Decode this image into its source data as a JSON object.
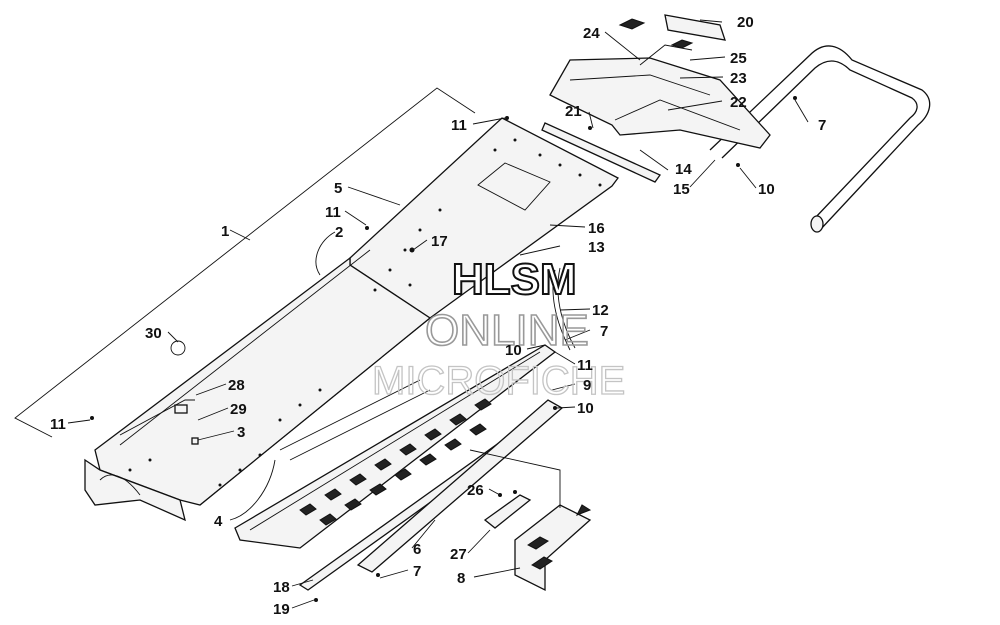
{
  "watermark": {
    "line1": "HLSM",
    "line2": "ONLINE",
    "line3": "MICROFICHE"
  },
  "callouts": [
    "1",
    "2",
    "3",
    "4",
    "5",
    "6",
    "7",
    "8",
    "9",
    "10",
    "11",
    "12",
    "13",
    "14",
    "15",
    "16",
    "17",
    "18",
    "19",
    "20",
    "21",
    "22",
    "23",
    "24",
    "25",
    "26",
    "27",
    "28",
    "29",
    "30"
  ],
  "labels": {
    "c20": "20",
    "c24": "24",
    "c25": "25",
    "c23": "23",
    "c22": "22",
    "c21": "21",
    "c7a": "7",
    "c14": "14",
    "c15": "15",
    "c10a": "10",
    "c11a": "11",
    "c5": "5",
    "c11b": "11",
    "c16": "16",
    "c1": "1",
    "c2": "2",
    "c17": "17",
    "c13": "13",
    "c12": "12",
    "c7b": "7",
    "c10b": "10",
    "c30": "30",
    "c11c": "11",
    "c9": "9",
    "c28": "28",
    "c10c": "10",
    "c29": "29",
    "c11d": "11",
    "c3": "3",
    "c26": "26",
    "c4": "4",
    "c6": "6",
    "c27": "27",
    "c18": "18",
    "c7c": "7",
    "c8": "8",
    "c19": "19"
  }
}
